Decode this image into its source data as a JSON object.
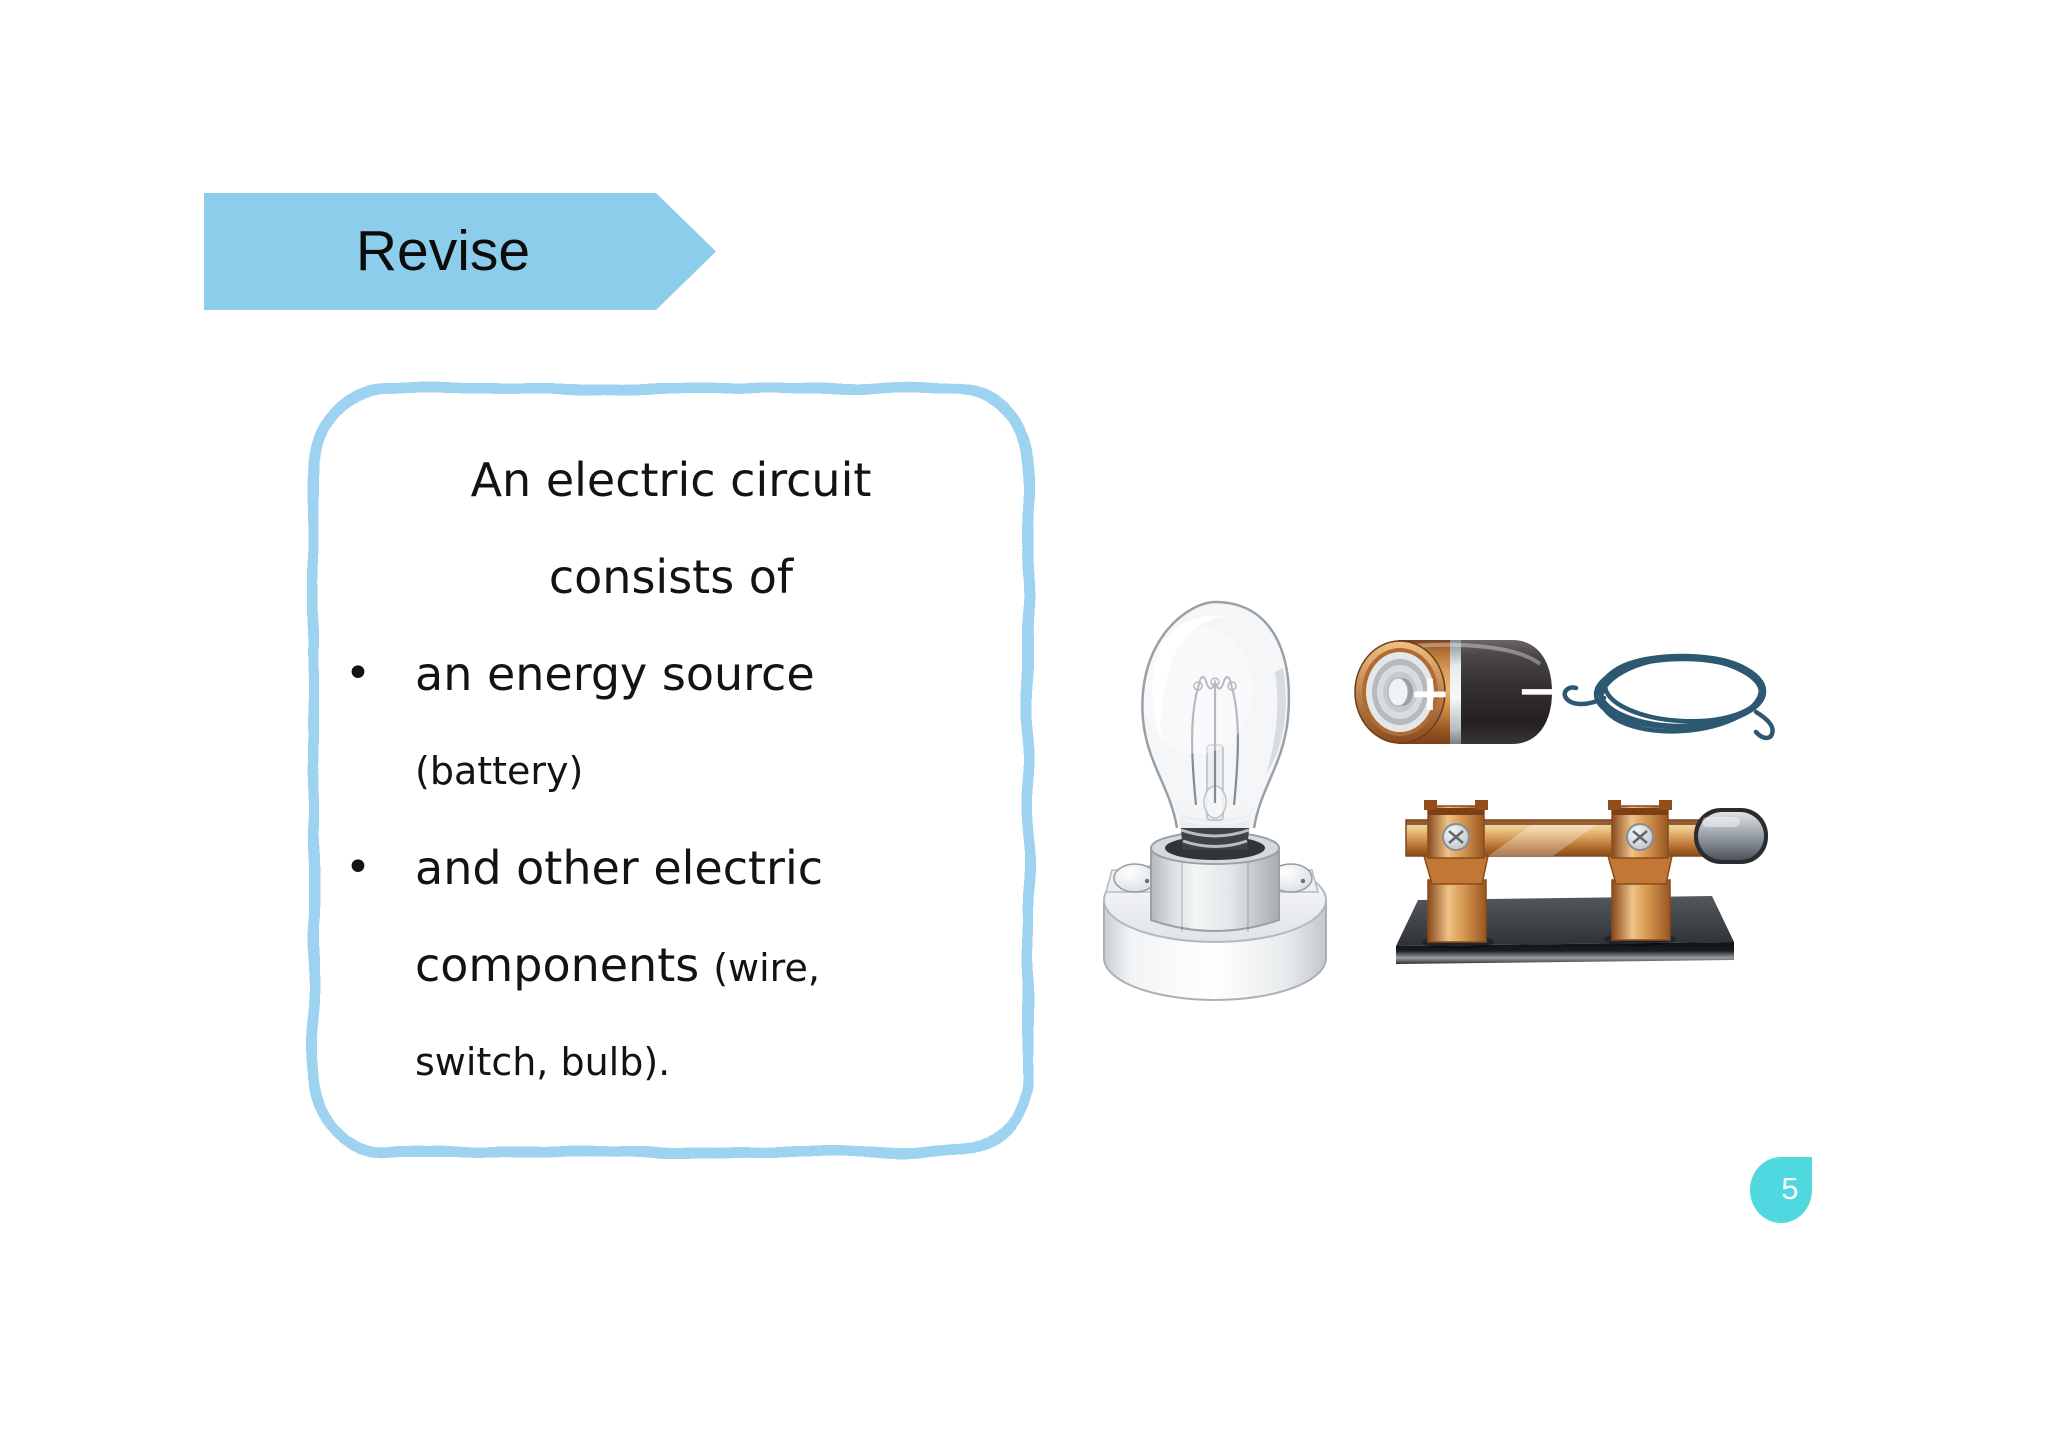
{
  "banner": {
    "label": "Revise"
  },
  "card": {
    "intro_line_1": "An electric circuit",
    "intro_line_2": "consists of",
    "bullet_glyph": "•",
    "bullet1_main": "an energy source",
    "bullet1_sub": "(battery)",
    "bullet2_line1": "and other electric",
    "bullet2_line2_main": "components",
    "bullet2_line2_sub": "(wire,",
    "bullet2_line3": "switch, bulb)."
  },
  "battery": {
    "positive_label": "+",
    "negative_label": "−"
  },
  "page": {
    "number": "5"
  },
  "colors": {
    "banner_blue": "#8BCDEA",
    "border_blue": "#9DD2F0",
    "badge_teal": "#4FD8DF",
    "wire_blue": "#2D5872"
  }
}
